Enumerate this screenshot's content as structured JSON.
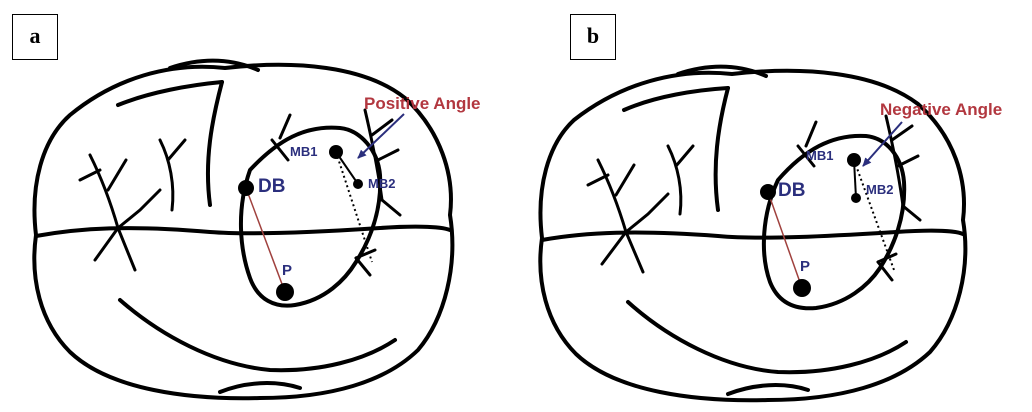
{
  "panels": [
    {
      "label": "a",
      "canals": {
        "db": "DB",
        "p": "P",
        "mb1": "MB1",
        "mb2": "MB2"
      },
      "annotation": "Positive Angle"
    },
    {
      "label": "b",
      "canals": {
        "db": "DB",
        "p": "P",
        "mb1": "MB1",
        "mb2": "MB2"
      },
      "annotation": "Negative Angle"
    }
  ],
  "colors": {
    "outline": "#000000",
    "canal_label": "#2b2f7d",
    "annotation": "#b2373f",
    "db_p_line": "#a0413e",
    "arrow": "#2b2f7d"
  }
}
